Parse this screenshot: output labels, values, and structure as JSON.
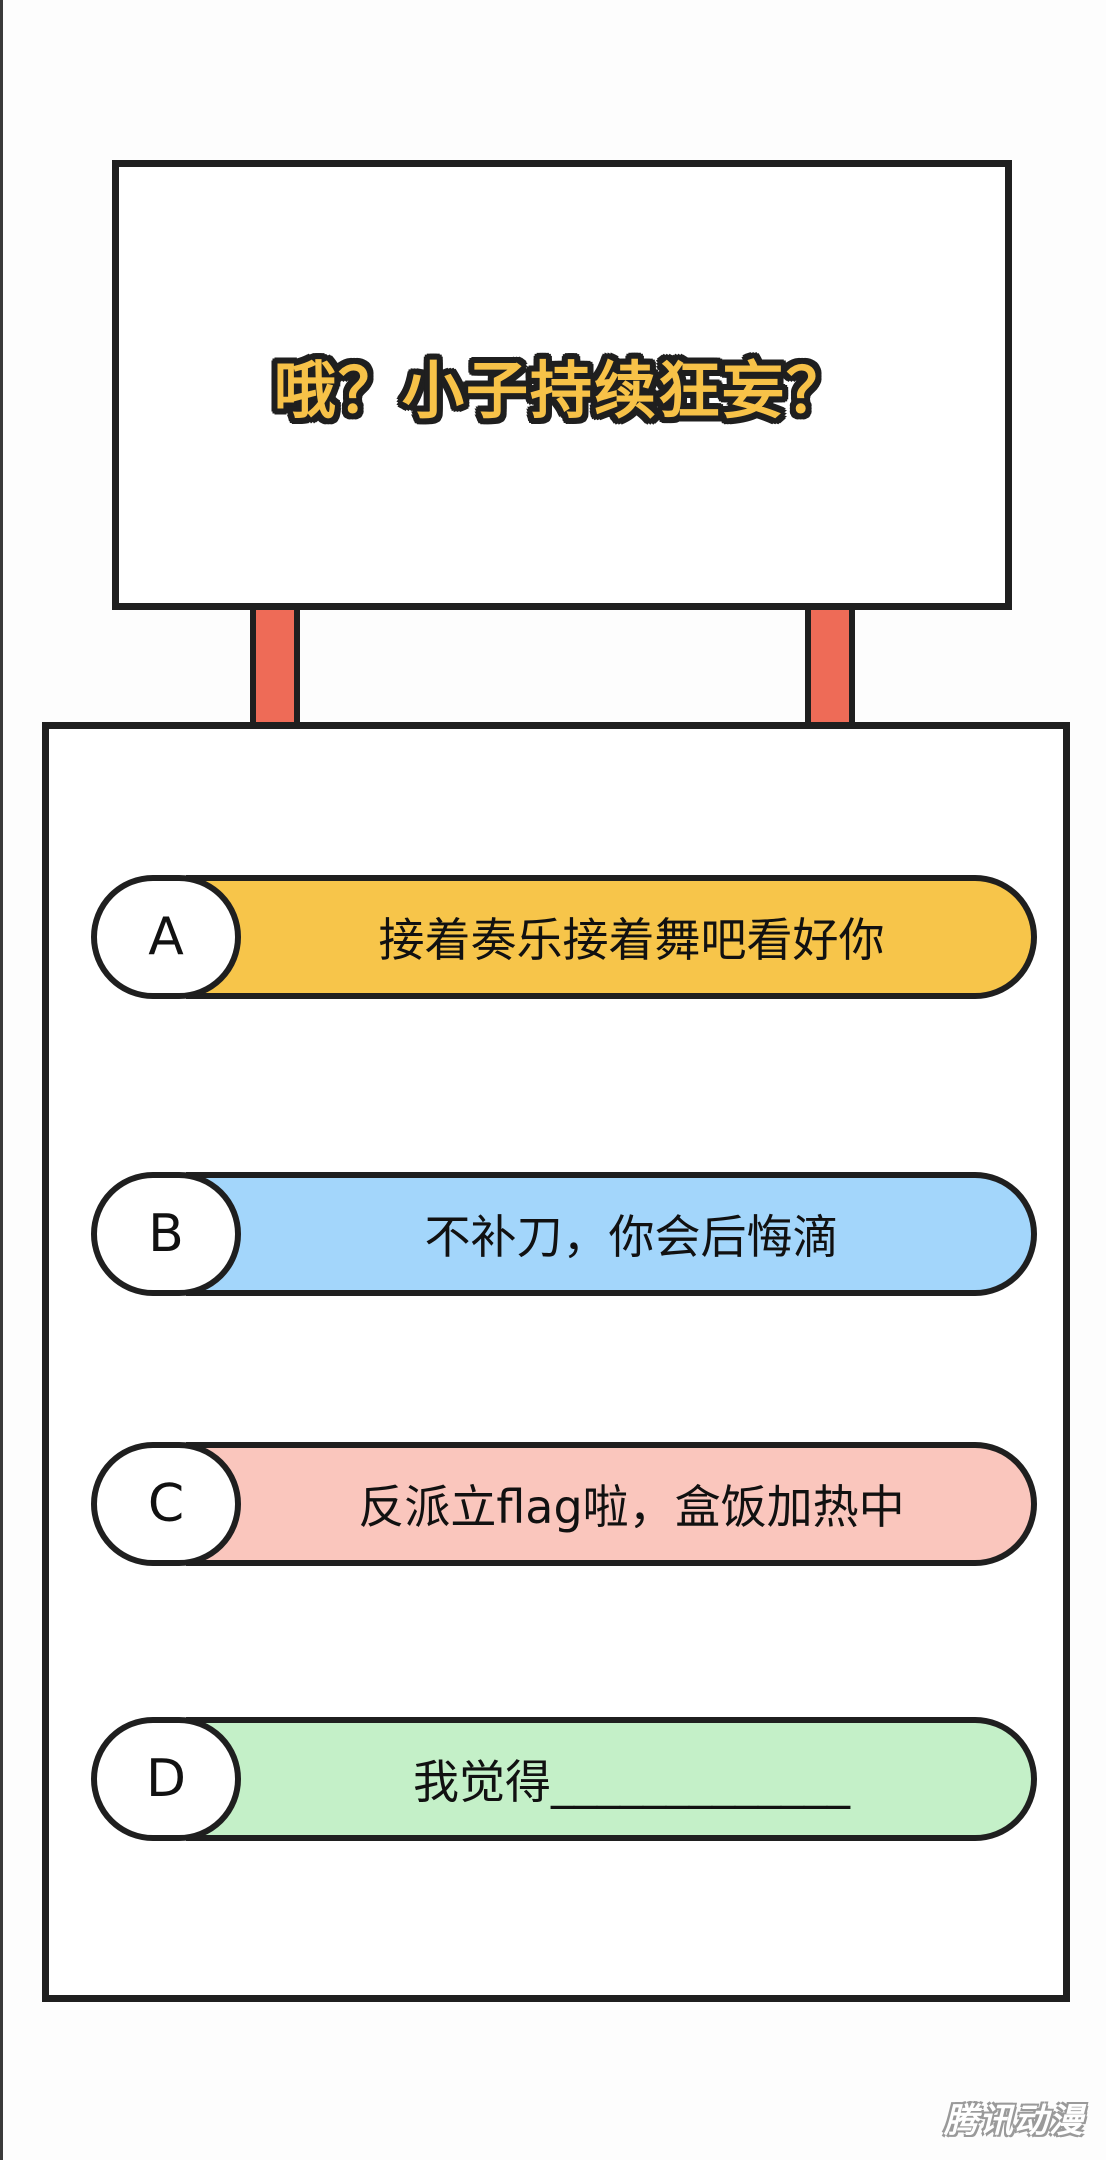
{
  "sign": {
    "title": "哦？小子持续狂妄？"
  },
  "options": [
    {
      "letter": "A",
      "text": "接着奏乐接着舞吧看好你",
      "color": "#f7c54a"
    },
    {
      "letter": "B",
      "text": "不补刀，你会后悔滴",
      "color": "#a3d6fb"
    },
    {
      "letter": "C",
      "text": "反派立flag啦，盒饭加热中",
      "color": "#fac6bd"
    },
    {
      "letter": "D",
      "text": "我觉得_____________",
      "color": "#c4f0c8"
    }
  ],
  "colors": {
    "outline": "#1f1f1f",
    "post": "#ee6b57",
    "title_fill": "#f7c248"
  },
  "watermark": {
    "text": "腾讯动漫"
  }
}
